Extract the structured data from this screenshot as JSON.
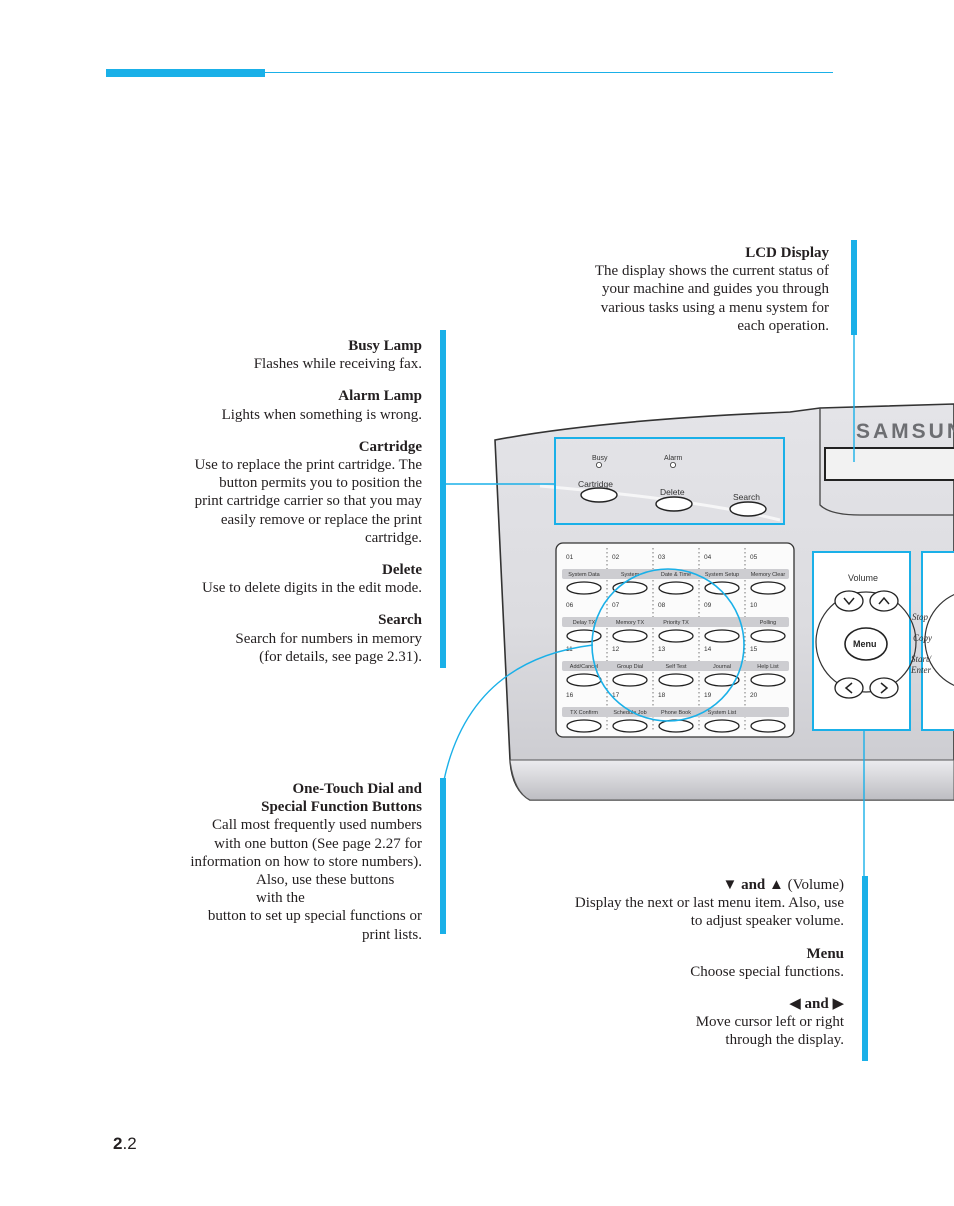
{
  "header": {
    "accent": "#1ab0e8"
  },
  "lcd": {
    "title": "LCD Display",
    "lines": [
      "The display shows the current status of",
      "your machine and guides you through",
      "various tasks using a menu system for",
      "each operation."
    ]
  },
  "left_callouts": [
    {
      "title": "Busy Lamp",
      "lines": [
        "Flashes while receiving fax."
      ]
    },
    {
      "title": "Alarm Lamp",
      "lines": [
        "Lights when something is wrong."
      ]
    },
    {
      "title": "Cartridge",
      "lines": [
        "Use to replace the print cartridge. The",
        "button permits you to position the",
        "print cartridge carrier so that you may",
        "easily remove or replace the print",
        "cartridge."
      ]
    },
    {
      "title": "Delete",
      "lines": [
        "Use to delete digits in the edit mode."
      ]
    },
    {
      "title": "Search",
      "lines": [
        "Search for numbers in memory",
        "(for details, see page 2.31)."
      ]
    }
  ],
  "onetouch": {
    "title_lines": [
      "One-Touch Dial and",
      "Special Function Buttons"
    ],
    "lines": [
      "Call most frequently used numbers",
      "with one button (See page 2.27 for",
      "information on how to store numbers).",
      "Also, use these buttons with the",
      "button to set up special functions or",
      "print lists."
    ]
  },
  "bottom_callouts": [
    {
      "title": "▼ and ▲",
      "suffix": " (Volume)",
      "lines": [
        "Display the next or last menu item. Also, use",
        "to adjust speaker volume."
      ]
    },
    {
      "title": "Menu",
      "suffix": "",
      "lines": [
        "Choose special functions."
      ]
    },
    {
      "title": "◀ and ▶",
      "suffix": "",
      "lines": [
        "Move cursor left or right",
        "through the display."
      ]
    }
  ],
  "panel": {
    "brand": "SAMSUN",
    "lamp_busy": "Busy",
    "lamp_alarm": "Alarm",
    "btn_cartridge": "Cartridge",
    "btn_delete": "Delete",
    "btn_search": "Search",
    "volume": "Volume",
    "menu": "Menu",
    "side_labels": [
      "Stop",
      "Copy",
      "Start/",
      "Enter"
    ],
    "onetouch_rows": [
      {
        "numbers": [
          "01",
          "02",
          "03",
          "04",
          "05"
        ],
        "labels": [
          "System Data",
          "System",
          "Date & Time",
          "System Setup",
          "Memory Clear"
        ]
      },
      {
        "numbers": [
          "06",
          "07",
          "08",
          "09",
          "10"
        ],
        "labels": [
          "Delay TX",
          "Memory TX",
          "Priority TX",
          "",
          "Polling"
        ]
      },
      {
        "numbers": [
          "11",
          "12",
          "13",
          "14",
          "15"
        ],
        "labels": [
          "Add/Cancel",
          "Group Dial",
          "Self Test",
          "Journal",
          "Help List"
        ]
      },
      {
        "numbers": [
          "16",
          "17",
          "18",
          "19",
          "20"
        ],
        "labels": [
          "TX Confirm",
          "Schedule Job",
          "Phone Book",
          "System List",
          ""
        ]
      }
    ]
  },
  "page": {
    "chapter": "2",
    "number": ".2"
  }
}
